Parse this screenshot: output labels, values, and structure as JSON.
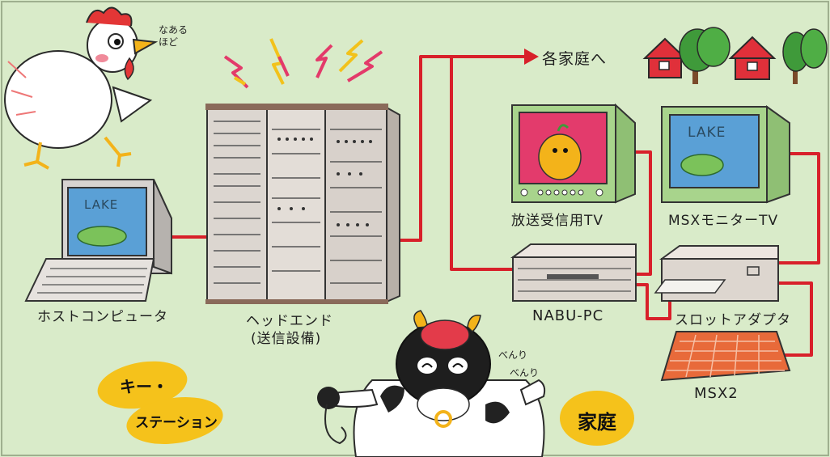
{
  "labels": {
    "host_computer": "ホストコンピュータ",
    "headend_line1": "ヘッドエンド",
    "headend_line2": "(送信設備)",
    "to_homes": "各家庭へ",
    "broadcast_tv": "放送受信用TV",
    "msx_monitor_tv": "MSXモニターTV",
    "nabu_pc": "NABU-PC",
    "slot_adapter": "スロットアダプタ",
    "msx2": "MSX2"
  },
  "screens": {
    "host_screen": "LAKE",
    "msx_screen": "LAKE"
  },
  "speech": {
    "chicken_line1": "なあるほど",
    "cow_line1": "べんり",
    "cow_line2": "べんり"
  },
  "badges": {
    "key_station_line1": "キー・",
    "key_station_line2": "ステーション",
    "home": "家庭"
  },
  "colors": {
    "background": "#d9ebc9",
    "cable": "#d8202a",
    "badge_yellow": "#f5c21b",
    "house_red": "#e0303a",
    "tree_green": "#3f9a3a",
    "screen_blue": "#5aa0d6"
  }
}
